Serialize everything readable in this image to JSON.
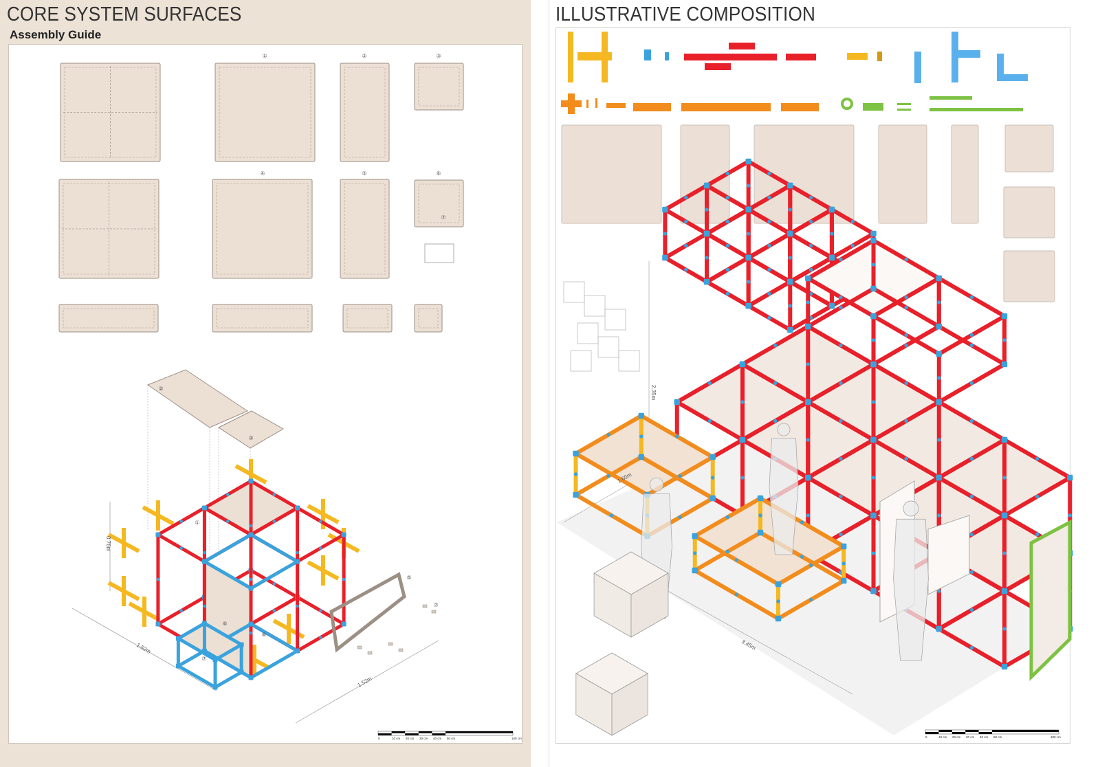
{
  "left": {
    "title": "CORE SYSTEM SURFACES",
    "subtitle": "Assembly Guide",
    "panel_labels": [
      "①",
      "②",
      "③",
      "④",
      "⑤",
      "⑥",
      "⑦"
    ],
    "iso_labels": {
      "p2": "②",
      "p3": "③",
      "p1": "①",
      "p6a": "⑥",
      "p6b": "⑥",
      "p7": "⑦",
      "p5": "⑤",
      "p7b": "⑦"
    },
    "dimensions": {
      "height": "0.76m",
      "width": "1.52m",
      "depth": "1.52m"
    },
    "scale_ticks": [
      "0",
      "10 cm",
      "20 cm",
      "30 cm",
      "40 cm",
      "50 cm",
      "100 cm"
    ]
  },
  "right": {
    "title": "ILLUSTRATIVE COMPOSITION",
    "dimensions": {
      "height": "2.35m",
      "depth": "1.60m",
      "length": "3.45m"
    },
    "scale_ticks": [
      "0",
      "10 cm",
      "20 cm",
      "30 cm",
      "40 cm",
      "50 cm",
      "100 cm"
    ]
  },
  "colors": {
    "sheet_bg": "#ede2d6",
    "panel": "#ecdfd4",
    "beam_red": "#e8202a",
    "connector_yellow": "#f5b820",
    "connector_blue": "#3aa3dd",
    "connector_orange": "#f28c1c",
    "connector_green": "#7dc242",
    "light_blue": "#5ab0ec"
  }
}
